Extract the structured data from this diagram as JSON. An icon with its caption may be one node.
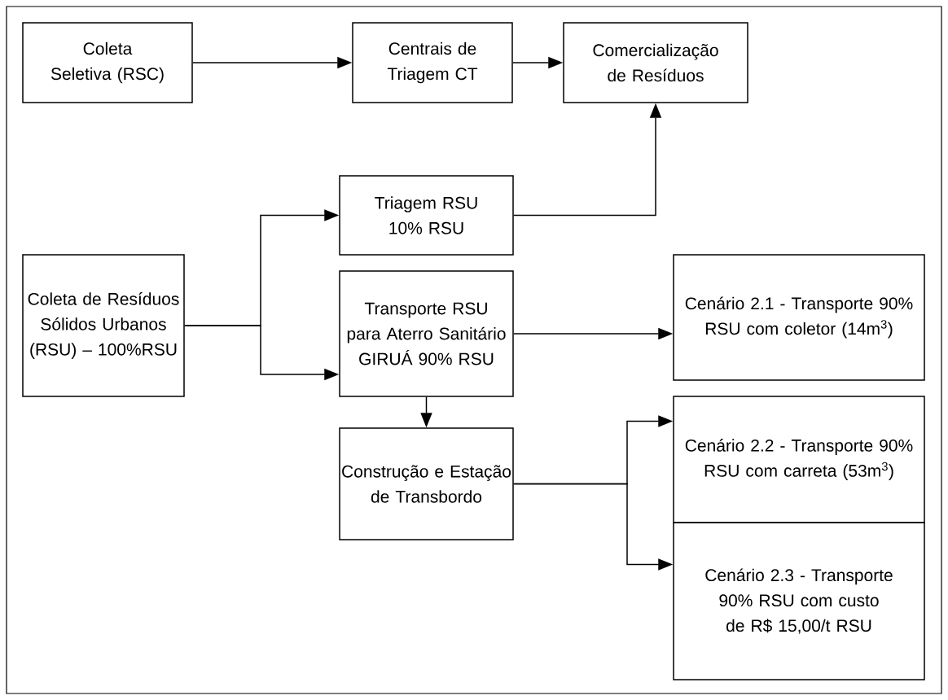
{
  "diagram": {
    "nodes": [
      {
        "text": [
          "Coleta Seletiva (RSC)"
        ]
      },
      {
        "text": [
          "Centrais de Triagem CT"
        ]
      },
      {
        "text": [
          "Comercialização de Resíduos"
        ]
      },
      {
        "text": [
          "Coleta de Resíduos Sólidos Urbanos (RSU) – 100%RSU"
        ]
      },
      {
        "text": [
          "Triagem RSU 10% RSU"
        ]
      },
      {
        "text": [
          "Transporte RSU para Aterro Sanitário GIRUÁ 90% RSU"
        ]
      },
      {
        "text": [
          "Cenário 2.1 - Transporte 90% RSU com coletor (14m$^{3}$)"
        ]
      },
      {
        "text": [
          "Construção e Estação de Transbordo"
        ]
      },
      {
        "text": [
          "Cenário 2.2 - Transporte 90% RSU com carreta (53m$^{3}$)"
        ]
      },
      {
        "text": [
          "Cenário 2.3 - Transporte 90% RSU com custo de R$ 15,00/t RSU"
        ]
      }
    ],
    "edges": [
      {
        "from": 0,
        "to": 1,
        "arrow": "to"
      },
      {
        "from": 1,
        "to": 2,
        "arrow": "to"
      },
      {
        "from": 4,
        "to": 2,
        "arrow": "to"
      },
      {
        "from": 3,
        "to": 4,
        "arrow": "to"
      },
      {
        "from": 3,
        "to": 5,
        "arrow": "to"
      },
      {
        "from": 5,
        "to": 6,
        "arrow": "to"
      },
      {
        "from": 5,
        "to": 7,
        "arrow": "to"
      },
      {
        "from": 7,
        "to": 8,
        "arrow": "to"
      },
      {
        "from": 7,
        "to": 9,
        "arrow": "to"
      }
    ]
  }
}
